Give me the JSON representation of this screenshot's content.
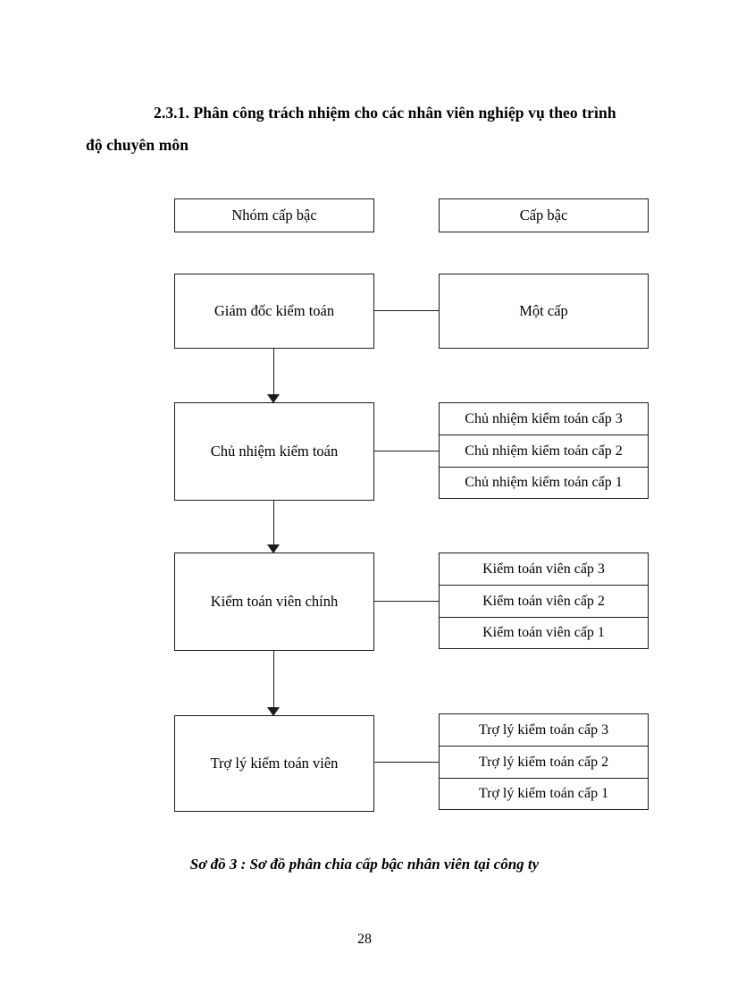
{
  "document": {
    "heading": {
      "line1": "2.3.1. Phân công trách nhiệm cho các nhân viên nghiệp vụ theo trình",
      "line2": "độ chuyên môn"
    },
    "caption": "Sơ đồ 3 : Sơ đồ phân chia cấp bậc nhân viên tại công ty",
    "page_number": "28"
  },
  "chart_data": {
    "type": "diagram",
    "title": "Sơ đồ 3 : Sơ đồ phân chia cấp bậc nhân viên tại công ty",
    "columns": [
      {
        "header": "Nhóm cấp bậc"
      },
      {
        "header": "Cấp bậc"
      }
    ],
    "rows": [
      {
        "group": "Giám đốc kiểm toán",
        "levels": [
          "Một cấp"
        ]
      },
      {
        "group": "Chủ nhiệm kiểm toán",
        "levels": [
          "Chủ nhiệm kiểm toán cấp 3",
          "Chủ nhiệm kiểm toán cấp 2",
          "Chủ nhiệm kiểm toán cấp 1"
        ]
      },
      {
        "group": "Kiểm toán viên chính",
        "levels": [
          "Kiểm toán viên cấp 3",
          "Kiểm toán viên cấp 2",
          "Kiểm toán viên cấp 1"
        ]
      },
      {
        "group": "Trợ lý kiểm toán viên",
        "levels": [
          "Trợ lý kiểm toán cấp 3",
          "Trợ lý kiểm toán cấp 2",
          "Trợ lý kiểm toán cấp 1"
        ]
      }
    ],
    "connectors": {
      "vertical_arrows": 3,
      "horizontal_links": 4,
      "arrow_direction": "down"
    },
    "colors": {
      "line": "#1b1b1b",
      "background": "#ffffff",
      "text": "#000000"
    }
  }
}
